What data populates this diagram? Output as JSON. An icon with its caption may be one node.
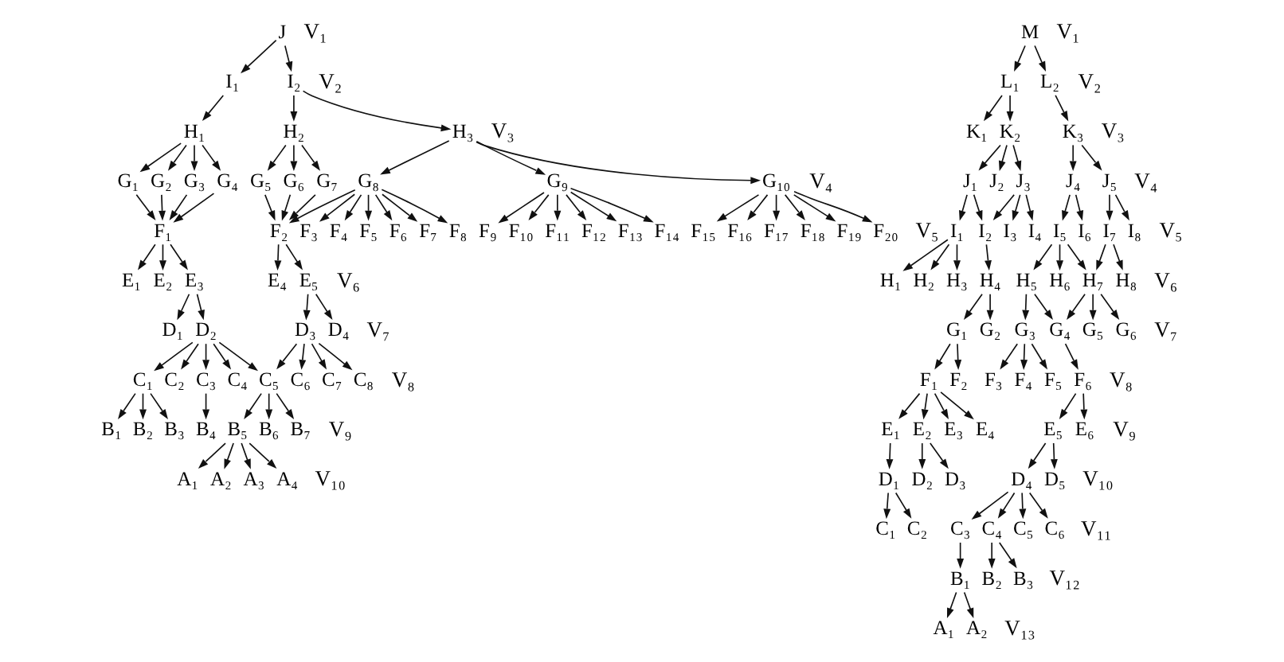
{
  "diagram": {
    "nodes": [
      {
        "text": [
          "J"
        ]
      },
      {
        "text": [
          "I₁"
        ]
      },
      {
        "text": [
          "I₂"
        ]
      },
      {
        "text": [
          "H₁"
        ]
      },
      {
        "text": [
          "H₂"
        ]
      },
      {
        "text": [
          "H₃"
        ]
      },
      {
        "text": [
          "G₁"
        ]
      },
      {
        "text": [
          "G₂"
        ]
      },
      {
        "text": [
          "G₃"
        ]
      },
      {
        "text": [
          "G₄"
        ]
      },
      {
        "text": [
          "G₅"
        ]
      },
      {
        "text": [
          "G₆"
        ]
      },
      {
        "text": [
          "G₇"
        ]
      },
      {
        "text": [
          "G₈"
        ]
      },
      {
        "text": [
          "G₉"
        ]
      },
      {
        "text": [
          "G₁₀"
        ]
      },
      {
        "text": [
          "F₁"
        ]
      },
      {
        "text": [
          "F₂"
        ]
      },
      {
        "text": [
          "F₃"
        ]
      },
      {
        "text": [
          "F₄"
        ]
      },
      {
        "text": [
          "F₅"
        ]
      },
      {
        "text": [
          "F₆"
        ]
      },
      {
        "text": [
          "F₇"
        ]
      },
      {
        "text": [
          "F₈"
        ]
      },
      {
        "text": [
          "F₉"
        ]
      },
      {
        "text": [
          "F₁₀"
        ]
      },
      {
        "text": [
          "F₁₁"
        ]
      },
      {
        "text": [
          "F₁₂"
        ]
      },
      {
        "text": [
          "F₁₃"
        ]
      },
      {
        "text": [
          "F₁₄"
        ]
      },
      {
        "text": [
          "F₁₅"
        ]
      },
      {
        "text": [
          "F₁₆"
        ]
      },
      {
        "text": [
          "F₁₇"
        ]
      },
      {
        "text": [
          "F₁₈"
        ]
      },
      {
        "text": [
          "F₁₉"
        ]
      },
      {
        "text": [
          "F₂₀"
        ]
      },
      {
        "text": [
          "E₁"
        ]
      },
      {
        "text": [
          "E₂"
        ]
      },
      {
        "text": [
          "E₃"
        ]
      },
      {
        "text": [
          "E₄"
        ]
      },
      {
        "text": [
          "E₅"
        ]
      },
      {
        "text": [
          "D₁"
        ]
      },
      {
        "text": [
          "D₂"
        ]
      },
      {
        "text": [
          "D₃"
        ]
      },
      {
        "text": [
          "D₄"
        ]
      },
      {
        "text": [
          "C₁"
        ]
      },
      {
        "text": [
          "C₂"
        ]
      },
      {
        "text": [
          "C₃"
        ]
      },
      {
        "text": [
          "C₄"
        ]
      },
      {
        "text": [
          "C₅"
        ]
      },
      {
        "text": [
          "C₆"
        ]
      },
      {
        "text": [
          "C₇"
        ]
      },
      {
        "text": [
          "C₈"
        ]
      },
      {
        "text": [
          "B₁"
        ]
      },
      {
        "text": [
          "B₂"
        ]
      },
      {
        "text": [
          "B₃"
        ]
      },
      {
        "text": [
          "B₄"
        ]
      },
      {
        "text": [
          "B₅"
        ]
      },
      {
        "text": [
          "B₆"
        ]
      },
      {
        "text": [
          "B₇"
        ]
      },
      {
        "text": [
          "A₁"
        ]
      },
      {
        "text": [
          "A₂"
        ]
      },
      {
        "text": [
          "A₃"
        ]
      },
      {
        "text": [
          "A₄"
        ]
      },
      {
        "text": [
          "M"
        ]
      },
      {
        "text": [
          "L₁"
        ]
      },
      {
        "text": [
          "L₂"
        ]
      },
      {
        "text": [
          "K₁"
        ]
      },
      {
        "text": [
          "K₂"
        ]
      },
      {
        "text": [
          "K₃"
        ]
      },
      {
        "text": [
          "J₁"
        ]
      },
      {
        "text": [
          "J₂"
        ]
      },
      {
        "text": [
          "J₃"
        ]
      },
      {
        "text": [
          "J₄"
        ]
      },
      {
        "text": [
          "J₅"
        ]
      },
      {
        "text": [
          "I₁"
        ]
      },
      {
        "text": [
          "I₂"
        ]
      },
      {
        "text": [
          "I₃"
        ]
      },
      {
        "text": [
          "I₄"
        ]
      },
      {
        "text": [
          "I₅"
        ]
      },
      {
        "text": [
          "I₆"
        ]
      },
      {
        "text": [
          "I₇"
        ]
      },
      {
        "text": [
          "I₈"
        ]
      },
      {
        "text": [
          "H₁"
        ]
      },
      {
        "text": [
          "H₂"
        ]
      },
      {
        "text": [
          "H₃"
        ]
      },
      {
        "text": [
          "H₄"
        ]
      },
      {
        "text": [
          "H₅"
        ]
      },
      {
        "text": [
          "H₆"
        ]
      },
      {
        "text": [
          "H₇"
        ]
      },
      {
        "text": [
          "H₈"
        ]
      },
      {
        "text": [
          "G₁"
        ]
      },
      {
        "text": [
          "G₂"
        ]
      },
      {
        "text": [
          "G₃"
        ]
      },
      {
        "text": [
          "G₄"
        ]
      },
      {
        "text": [
          "G₅"
        ]
      },
      {
        "text": [
          "G₆"
        ]
      },
      {
        "text": [
          "F₁"
        ]
      },
      {
        "text": [
          "F₂"
        ]
      },
      {
        "text": [
          "F₃"
        ]
      },
      {
        "text": [
          "F₄"
        ]
      },
      {
        "text": [
          "F₅"
        ]
      },
      {
        "text": [
          "F₆"
        ]
      },
      {
        "text": [
          "E₁"
        ]
      },
      {
        "text": [
          "E₂"
        ]
      },
      {
        "text": [
          "E₃"
        ]
      },
      {
        "text": [
          "E₄"
        ]
      },
      {
        "text": [
          "E₅"
        ]
      },
      {
        "text": [
          "E₆"
        ]
      },
      {
        "text": [
          "D₁"
        ]
      },
      {
        "text": [
          "D₂"
        ]
      },
      {
        "text": [
          "D₃"
        ]
      },
      {
        "text": [
          "D₄"
        ]
      },
      {
        "text": [
          "D₅"
        ]
      },
      {
        "text": [
          "C₁"
        ]
      },
      {
        "text": [
          "C₂"
        ]
      },
      {
        "text": [
          "C₃"
        ]
      },
      {
        "text": [
          "C₄"
        ]
      },
      {
        "text": [
          "C₅"
        ]
      },
      {
        "text": [
          "C₆"
        ]
      },
      {
        "text": [
          "B₁"
        ]
      },
      {
        "text": [
          "B₂"
        ]
      },
      {
        "text": [
          "B₃"
        ]
      },
      {
        "text": [
          "A₁"
        ]
      },
      {
        "text": [
          "A₂"
        ]
      }
    ],
    "edges": [
      {
        "from": 0,
        "to": 1,
        "arrow": "to"
      },
      {
        "from": 0,
        "to": 2,
        "arrow": "to"
      },
      {
        "from": 1,
        "to": 3,
        "arrow": "to"
      },
      {
        "from": 2,
        "to": 4,
        "arrow": "to"
      },
      {
        "from": 2,
        "to": 5,
        "arrow": "to"
      },
      {
        "from": 3,
        "to": 6,
        "arrow": "to"
      },
      {
        "from": 3,
        "to": 7,
        "arrow": "to"
      },
      {
        "from": 3,
        "to": 8,
        "arrow": "to"
      },
      {
        "from": 3,
        "to": 9,
        "arrow": "to"
      },
      {
        "from": 4,
        "to": 10,
        "arrow": "to"
      },
      {
        "from": 4,
        "to": 11,
        "arrow": "to"
      },
      {
        "from": 4,
        "to": 12,
        "arrow": "to"
      },
      {
        "from": 5,
        "to": 13,
        "arrow": "to"
      },
      {
        "from": 5,
        "to": 14,
        "arrow": "to"
      },
      {
        "from": 5,
        "to": 15,
        "arrow": "to"
      },
      {
        "from": 6,
        "to": 16,
        "arrow": "to"
      },
      {
        "from": 7,
        "to": 16,
        "arrow": "to"
      },
      {
        "from": 8,
        "to": 16,
        "arrow": "to"
      },
      {
        "from": 9,
        "to": 16,
        "arrow": "to"
      },
      {
        "from": 10,
        "to": 17,
        "arrow": "to"
      },
      {
        "from": 11,
        "to": 17,
        "arrow": "to"
      },
      {
        "from": 12,
        "to": 17,
        "arrow": "to"
      },
      {
        "from": 13,
        "to": 17,
        "arrow": "to"
      },
      {
        "from": 13,
        "to": 18,
        "arrow": "to"
      },
      {
        "from": 13,
        "to": 19,
        "arrow": "to"
      },
      {
        "from": 13,
        "to": 20,
        "arrow": "to"
      },
      {
        "from": 13,
        "to": 21,
        "arrow": "to"
      },
      {
        "from": 13,
        "to": 22,
        "arrow": "to"
      },
      {
        "from": 13,
        "to": 23,
        "arrow": "to"
      },
      {
        "from": 14,
        "to": 24,
        "arrow": "to"
      },
      {
        "from": 14,
        "to": 25,
        "arrow": "to"
      },
      {
        "from": 14,
        "to": 26,
        "arrow": "to"
      },
      {
        "from": 14,
        "to": 27,
        "arrow": "to"
      },
      {
        "from": 14,
        "to": 28,
        "arrow": "to"
      },
      {
        "from": 14,
        "to": 29,
        "arrow": "to"
      },
      {
        "from": 15,
        "to": 30,
        "arrow": "to"
      },
      {
        "from": 15,
        "to": 31,
        "arrow": "to"
      },
      {
        "from": 15,
        "to": 32,
        "arrow": "to"
      },
      {
        "from": 15,
        "to": 33,
        "arrow": "to"
      },
      {
        "from": 15,
        "to": 34,
        "arrow": "to"
      },
      {
        "from": 15,
        "to": 35,
        "arrow": "to"
      },
      {
        "from": 16,
        "to": 36,
        "arrow": "to"
      },
      {
        "from": 16,
        "to": 37,
        "arrow": "to"
      },
      {
        "from": 16,
        "to": 38,
        "arrow": "to"
      },
      {
        "from": 17,
        "to": 39,
        "arrow": "to"
      },
      {
        "from": 17,
        "to": 40,
        "arrow": "to"
      },
      {
        "from": 38,
        "to": 41,
        "arrow": "to"
      },
      {
        "from": 38,
        "to": 42,
        "arrow": "to"
      },
      {
        "from": 40,
        "to": 43,
        "arrow": "to"
      },
      {
        "from": 40,
        "to": 44,
        "arrow": "to"
      },
      {
        "from": 42,
        "to": 45,
        "arrow": "to"
      },
      {
        "from": 42,
        "to": 46,
        "arrow": "to"
      },
      {
        "from": 42,
        "to": 47,
        "arrow": "to"
      },
      {
        "from": 42,
        "to": 48,
        "arrow": "to"
      },
      {
        "from": 42,
        "to": 49,
        "arrow": "to"
      },
      {
        "from": 43,
        "to": 49,
        "arrow": "to"
      },
      {
        "from": 43,
        "to": 50,
        "arrow": "to"
      },
      {
        "from": 43,
        "to": 51,
        "arrow": "to"
      },
      {
        "from": 43,
        "to": 52,
        "arrow": "to"
      },
      {
        "from": 45,
        "to": 53,
        "arrow": "to"
      },
      {
        "from": 45,
        "to": 54,
        "arrow": "to"
      },
      {
        "from": 45,
        "to": 55,
        "arrow": "to"
      },
      {
        "from": 47,
        "to": 56,
        "arrow": "to"
      },
      {
        "from": 49,
        "to": 57,
        "arrow": "to"
      },
      {
        "from": 49,
        "to": 58,
        "arrow": "to"
      },
      {
        "from": 49,
        "to": 59,
        "arrow": "to"
      },
      {
        "from": 57,
        "to": 60,
        "arrow": "to"
      },
      {
        "from": 57,
        "to": 61,
        "arrow": "to"
      },
      {
        "from": 57,
        "to": 62,
        "arrow": "to"
      },
      {
        "from": 57,
        "to": 63,
        "arrow": "to"
      },
      {
        "from": 64,
        "to": 65,
        "arrow": "to"
      },
      {
        "from": 64,
        "to": 66,
        "arrow": "to"
      },
      {
        "from": 65,
        "to": 67,
        "arrow": "to"
      },
      {
        "from": 65,
        "to": 68,
        "arrow": "to"
      },
      {
        "from": 66,
        "to": 69,
        "arrow": "to"
      },
      {
        "from": 68,
        "to": 70,
        "arrow": "to"
      },
      {
        "from": 68,
        "to": 71,
        "arrow": "to"
      },
      {
        "from": 68,
        "to": 72,
        "arrow": "to"
      },
      {
        "from": 69,
        "to": 73,
        "arrow": "to"
      },
      {
        "from": 69,
        "to": 74,
        "arrow": "to"
      },
      {
        "from": 70,
        "to": 75,
        "arrow": "to"
      },
      {
        "from": 70,
        "to": 76,
        "arrow": "to"
      },
      {
        "from": 72,
        "to": 76,
        "arrow": "to"
      },
      {
        "from": 72,
        "to": 77,
        "arrow": "to"
      },
      {
        "from": 72,
        "to": 78,
        "arrow": "to"
      },
      {
        "from": 73,
        "to": 79,
        "arrow": "to"
      },
      {
        "from": 73,
        "to": 80,
        "arrow": "to"
      },
      {
        "from": 74,
        "to": 81,
        "arrow": "to"
      },
      {
        "from": 74,
        "to": 82,
        "arrow": "to"
      },
      {
        "from": 75,
        "to": 83,
        "arrow": "to"
      },
      {
        "from": 75,
        "to": 84,
        "arrow": "to"
      },
      {
        "from": 75,
        "to": 85,
        "arrow": "to"
      },
      {
        "from": 76,
        "to": 86,
        "arrow": "to"
      },
      {
        "from": 79,
        "to": 87,
        "arrow": "to"
      },
      {
        "from": 79,
        "to": 88,
        "arrow": "to"
      },
      {
        "from": 79,
        "to": 89,
        "arrow": "to"
      },
      {
        "from": 81,
        "to": 89,
        "arrow": "to"
      },
      {
        "from": 81,
        "to": 90,
        "arrow": "to"
      },
      {
        "from": 86,
        "to": 91,
        "arrow": "to"
      },
      {
        "from": 86,
        "to": 92,
        "arrow": "to"
      },
      {
        "from": 87,
        "to": 93,
        "arrow": "to"
      },
      {
        "from": 87,
        "to": 94,
        "arrow": "to"
      },
      {
        "from": 89,
        "to": 94,
        "arrow": "to"
      },
      {
        "from": 89,
        "to": 95,
        "arrow": "to"
      },
      {
        "from": 89,
        "to": 96,
        "arrow": "to"
      },
      {
        "from": 91,
        "to": 97,
        "arrow": "to"
      },
      {
        "from": 91,
        "to": 98,
        "arrow": "to"
      },
      {
        "from": 93,
        "to": 99,
        "arrow": "to"
      },
      {
        "from": 93,
        "to": 100,
        "arrow": "to"
      },
      {
        "from": 93,
        "to": 101,
        "arrow": "to"
      },
      {
        "from": 94,
        "to": 102,
        "arrow": "to"
      },
      {
        "from": 97,
        "to": 103,
        "arrow": "to"
      },
      {
        "from": 97,
        "to": 104,
        "arrow": "to"
      },
      {
        "from": 97,
        "to": 105,
        "arrow": "to"
      },
      {
        "from": 97,
        "to": 106,
        "arrow": "to"
      },
      {
        "from": 102,
        "to": 107,
        "arrow": "to"
      },
      {
        "from": 102,
        "to": 108,
        "arrow": "to"
      },
      {
        "from": 103,
        "to": 109,
        "arrow": "to"
      },
      {
        "from": 104,
        "to": 110,
        "arrow": "to"
      },
      {
        "from": 104,
        "to": 111,
        "arrow": "to"
      },
      {
        "from": 107,
        "to": 112,
        "arrow": "to"
      },
      {
        "from": 107,
        "to": 113,
        "arrow": "to"
      },
      {
        "from": 109,
        "to": 114,
        "arrow": "to"
      },
      {
        "from": 109,
        "to": 115,
        "arrow": "to"
      },
      {
        "from": 112,
        "to": 116,
        "arrow": "to"
      },
      {
        "from": 112,
        "to": 117,
        "arrow": "to"
      },
      {
        "from": 112,
        "to": 118,
        "arrow": "to"
      },
      {
        "from": 112,
        "to": 119,
        "arrow": "to"
      },
      {
        "from": 116,
        "to": 120,
        "arrow": "to"
      },
      {
        "from": 117,
        "to": 121,
        "arrow": "to"
      },
      {
        "from": 117,
        "to": 122,
        "arrow": "to"
      },
      {
        "from": 120,
        "to": 123,
        "arrow": "to"
      },
      {
        "from": 120,
        "to": 124,
        "arrow": "to"
      }
    ],
    "labels": [
      "V₁",
      "V₂",
      "V₃",
      "V₄",
      "V₅",
      "V₆",
      "V₇",
      "V₈",
      "V₉",
      "V₁₀",
      "V₁",
      "V₂",
      "V₃",
      "V₄",
      "V₅",
      "V₆",
      "V₇",
      "V₈",
      "V₉",
      "V₁₀",
      "V₁₁",
      "V₁₂",
      "V₁₃"
    ]
  }
}
